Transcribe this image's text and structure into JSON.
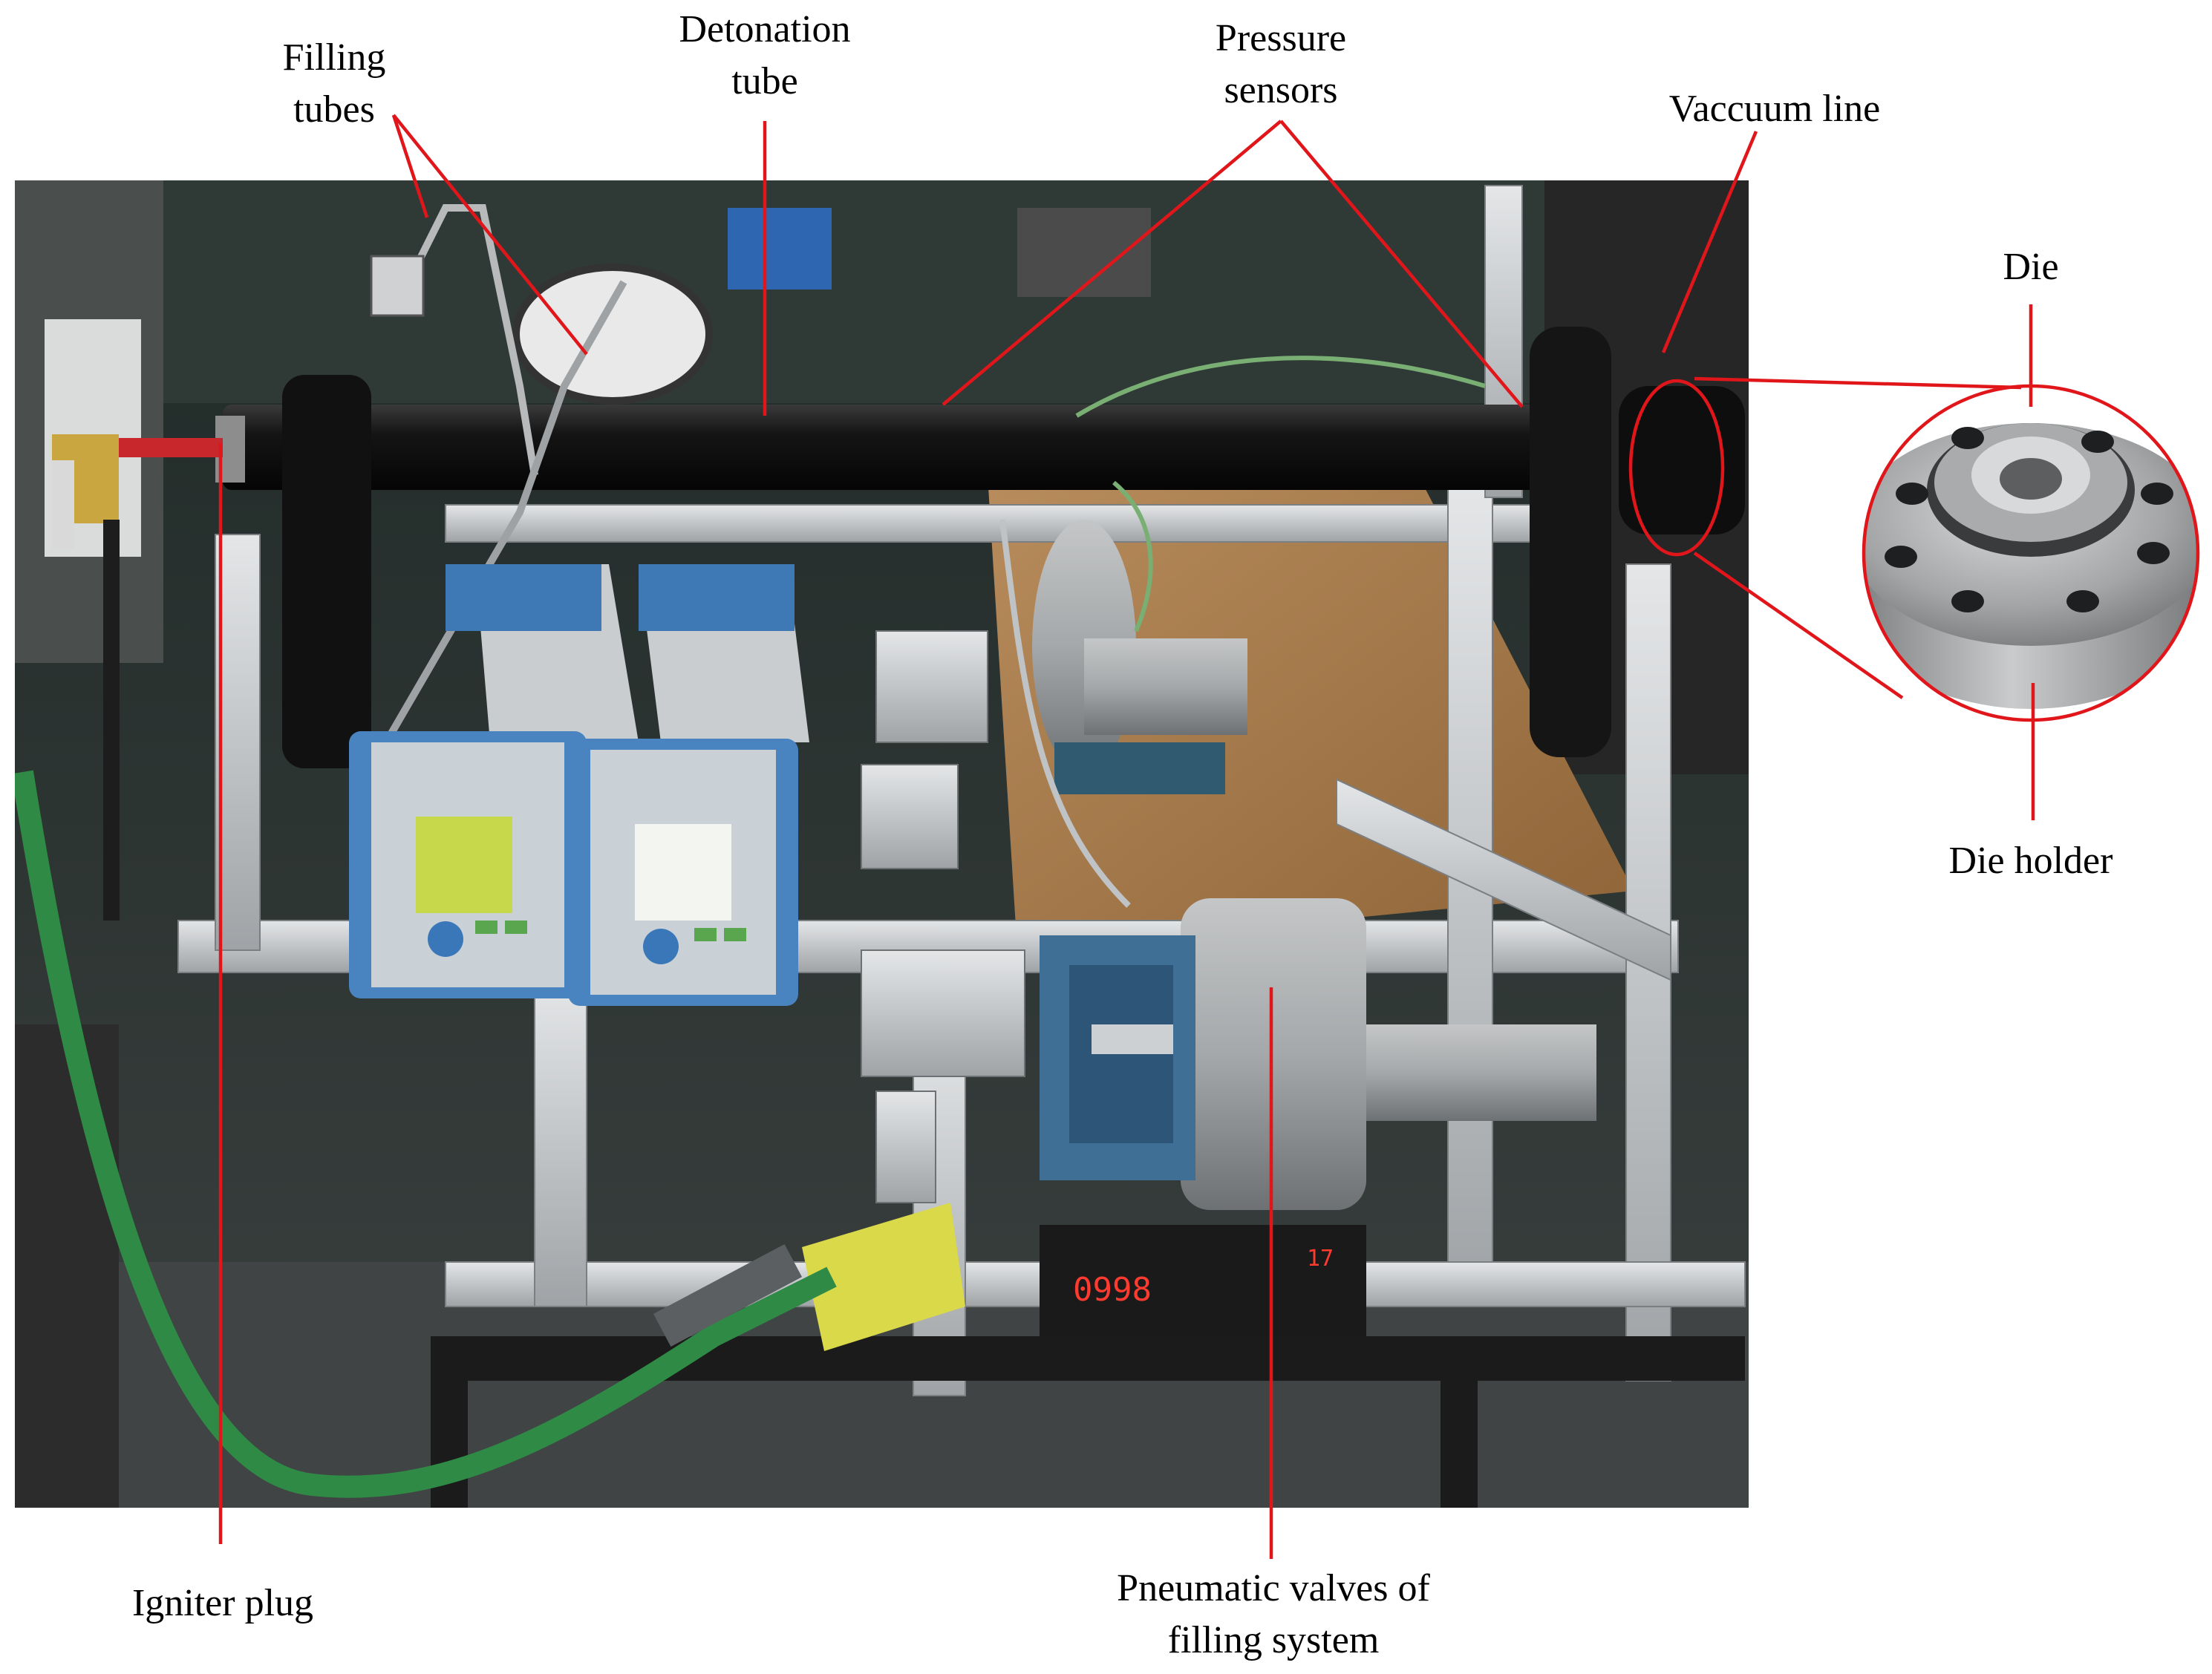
{
  "labels": {
    "filling_tubes_line1": "Filling",
    "filling_tubes_line2": "tubes",
    "detonation_tube_line1": "Detonation",
    "detonation_tube_line2": "tube",
    "pressure_sensors_line1": "Pressure",
    "pressure_sensors_line2": "sensors",
    "vacuum_line": "Vaccuum line",
    "die": "Die",
    "die_holder": "Die holder",
    "igniter_plug": "Igniter plug",
    "pneumatic_valves_line1": "Pneumatic valves of",
    "pneumatic_valves_line2": "filling system"
  },
  "photo_readouts": {
    "counter_display": "0998",
    "counter_display_right": "17"
  },
  "colors": {
    "annotation_line": "#e0161b",
    "text": "#000000",
    "background": "#ffffff"
  }
}
